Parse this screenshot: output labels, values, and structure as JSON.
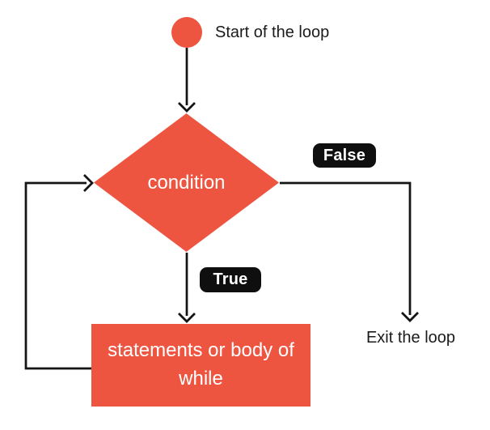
{
  "colors": {
    "accent": "#EE5540",
    "badge_bg": "#0F0F0F",
    "line": "#141414",
    "node_text": "#FFFFFF",
    "label_text": "#1B1B1B"
  },
  "nodes": {
    "start": {
      "shape": "circle",
      "annotation": "Start of the loop"
    },
    "condition": {
      "shape": "diamond",
      "label": "condition"
    },
    "body": {
      "shape": "rectangle",
      "label": "statements or body of while"
    },
    "exit": {
      "annotation": "Exit the loop"
    }
  },
  "branches": {
    "true": {
      "label": "True"
    },
    "false": {
      "label": "False"
    }
  }
}
